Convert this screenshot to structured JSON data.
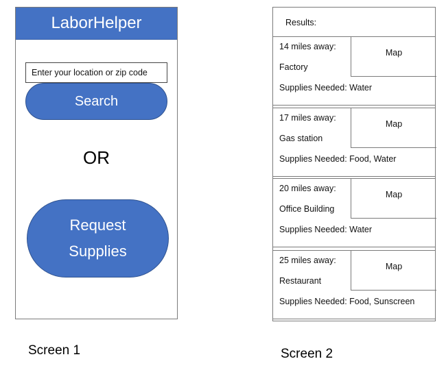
{
  "screen1": {
    "app_title": "LaborHelper",
    "location_input": {
      "value": "",
      "placeholder": "Enter your location or zip code"
    },
    "search_label": "Search",
    "or_label": "OR",
    "request_label_line1": "Request",
    "request_label_line2": "Supplies"
  },
  "screen2": {
    "results_label": "Results:",
    "results": [
      {
        "distance": "14 miles away:",
        "place": "Factory",
        "supplies": "Supplies Needed: Water",
        "map_label": "Map"
      },
      {
        "distance": "17 miles away:",
        "place": "Gas station",
        "supplies": "Supplies Needed: Food, Water",
        "map_label": "Map"
      },
      {
        "distance": "20 miles away:",
        "place": "Office Building",
        "supplies": "Supplies Needed: Water",
        "map_label": "Map"
      },
      {
        "distance": "25 miles away:",
        "place": "Restaurant",
        "supplies": "Supplies Needed: Food, Sunscreen",
        "map_label": "Map"
      }
    ]
  },
  "captions": {
    "screen1": "Screen 1",
    "screen2": "Screen 2"
  },
  "colors": {
    "accent": "#4472c4",
    "accent_border": "#2f528f",
    "frame_border": "#7a7a7a"
  }
}
